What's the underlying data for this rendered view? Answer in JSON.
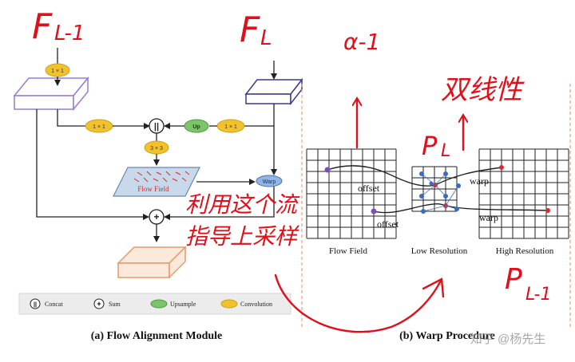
{
  "left_panel": {
    "caption": "(a) Flow Alignment Module",
    "op_1x1": "1 × 1",
    "op_3x3": "3 × 3",
    "concat_symbol": "||",
    "sum_symbol": "+",
    "up_label": "Up",
    "flow_field_label": "Flow Field",
    "warp_label": "Warp",
    "legend": {
      "concat": "Concat",
      "sum": "Sum",
      "upsample": "Upsample",
      "convolution": "Convolution"
    }
  },
  "right_panel": {
    "caption": "(b) Warp Procedure",
    "grid_labels": [
      "Flow Field",
      "Low Resolution",
      "High Resolution"
    ],
    "offset_labels": [
      "offset",
      "offset"
    ],
    "warp_labels": [
      "warp",
      "warp"
    ]
  },
  "handwriting": {
    "f_l_minus_1": "F",
    "f_l_minus_1_sub": "L-1",
    "f_l": "F",
    "f_l_sub": "L",
    "alpha_l_minus_1": "α-1",
    "bilinear": "双线性",
    "p_l": "P",
    "p_l_sub": "L",
    "p_l_minus_1": "P",
    "p_l_minus_1_sub": "L-1",
    "note_line1": "利用这个流",
    "note_line2": "指导上采样"
  },
  "watermark": "知乎 @杨先生",
  "colors": {
    "handwriting": "#e0101a",
    "op_ellipse": "#f2c22c",
    "up_ellipse": "#7cc46a",
    "warp_ellipse": "#8fb4e6",
    "flow_field_fill": "#c9d9ec",
    "top_left_block": "#9a7ad6",
    "top_right_block": "#3a3a8c",
    "output_block": "#e59a6a",
    "dashed_divider": "#f0a070",
    "grid_dot_purple": "#7b4fb8",
    "grid_dot_blue": "#3a6bc4",
    "grid_dot_red": "#d62a2a"
  }
}
